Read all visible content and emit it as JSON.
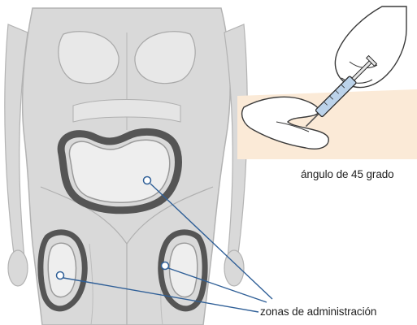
{
  "labels": {
    "injection_angle": "ángulo de 45 grado",
    "administration_zones": "zonas de administración"
  },
  "colors": {
    "background": "#ffffff",
    "body_fill": "#d9d9d9",
    "body_outline": "#b3b3b3",
    "muscle_fill": "#e8e8e8",
    "zone_band_dark": "#555555",
    "zone_band_light": "#9a9a9a",
    "zone_inner_fill": "#eeeeee",
    "pointer_line": "#2f5f97",
    "skin_fill": "#fbead7",
    "hand_fill": "#ffffff",
    "hand_outline": "#3a3a3a",
    "syringe_fill": "#bcd3ea",
    "syringe_outline": "#2b2b2b",
    "text": "#222222"
  },
  "zones": [
    {
      "name": "abdomen"
    },
    {
      "name": "left-thigh"
    },
    {
      "name": "right-thigh"
    }
  ]
}
